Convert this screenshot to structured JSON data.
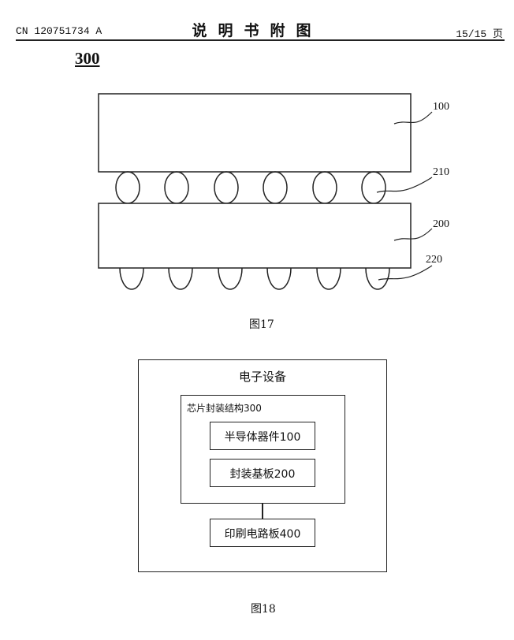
{
  "header": {
    "doc_number": "CN 120751734 A",
    "title": "说明书附图",
    "page": "15/15 页"
  },
  "figure17": {
    "ref": "300",
    "caption": "图17",
    "labels": {
      "chip": "100",
      "bumps_top": "210",
      "substrate": "200",
      "bumps_bottom": "220"
    }
  },
  "figure18": {
    "caption": "图18",
    "outer_title": "电子设备",
    "package_title": "芯片封装结构300",
    "semiconductor": "半导体器件100",
    "substrate": "封装基板200",
    "pcb": "印刷电路板400"
  }
}
